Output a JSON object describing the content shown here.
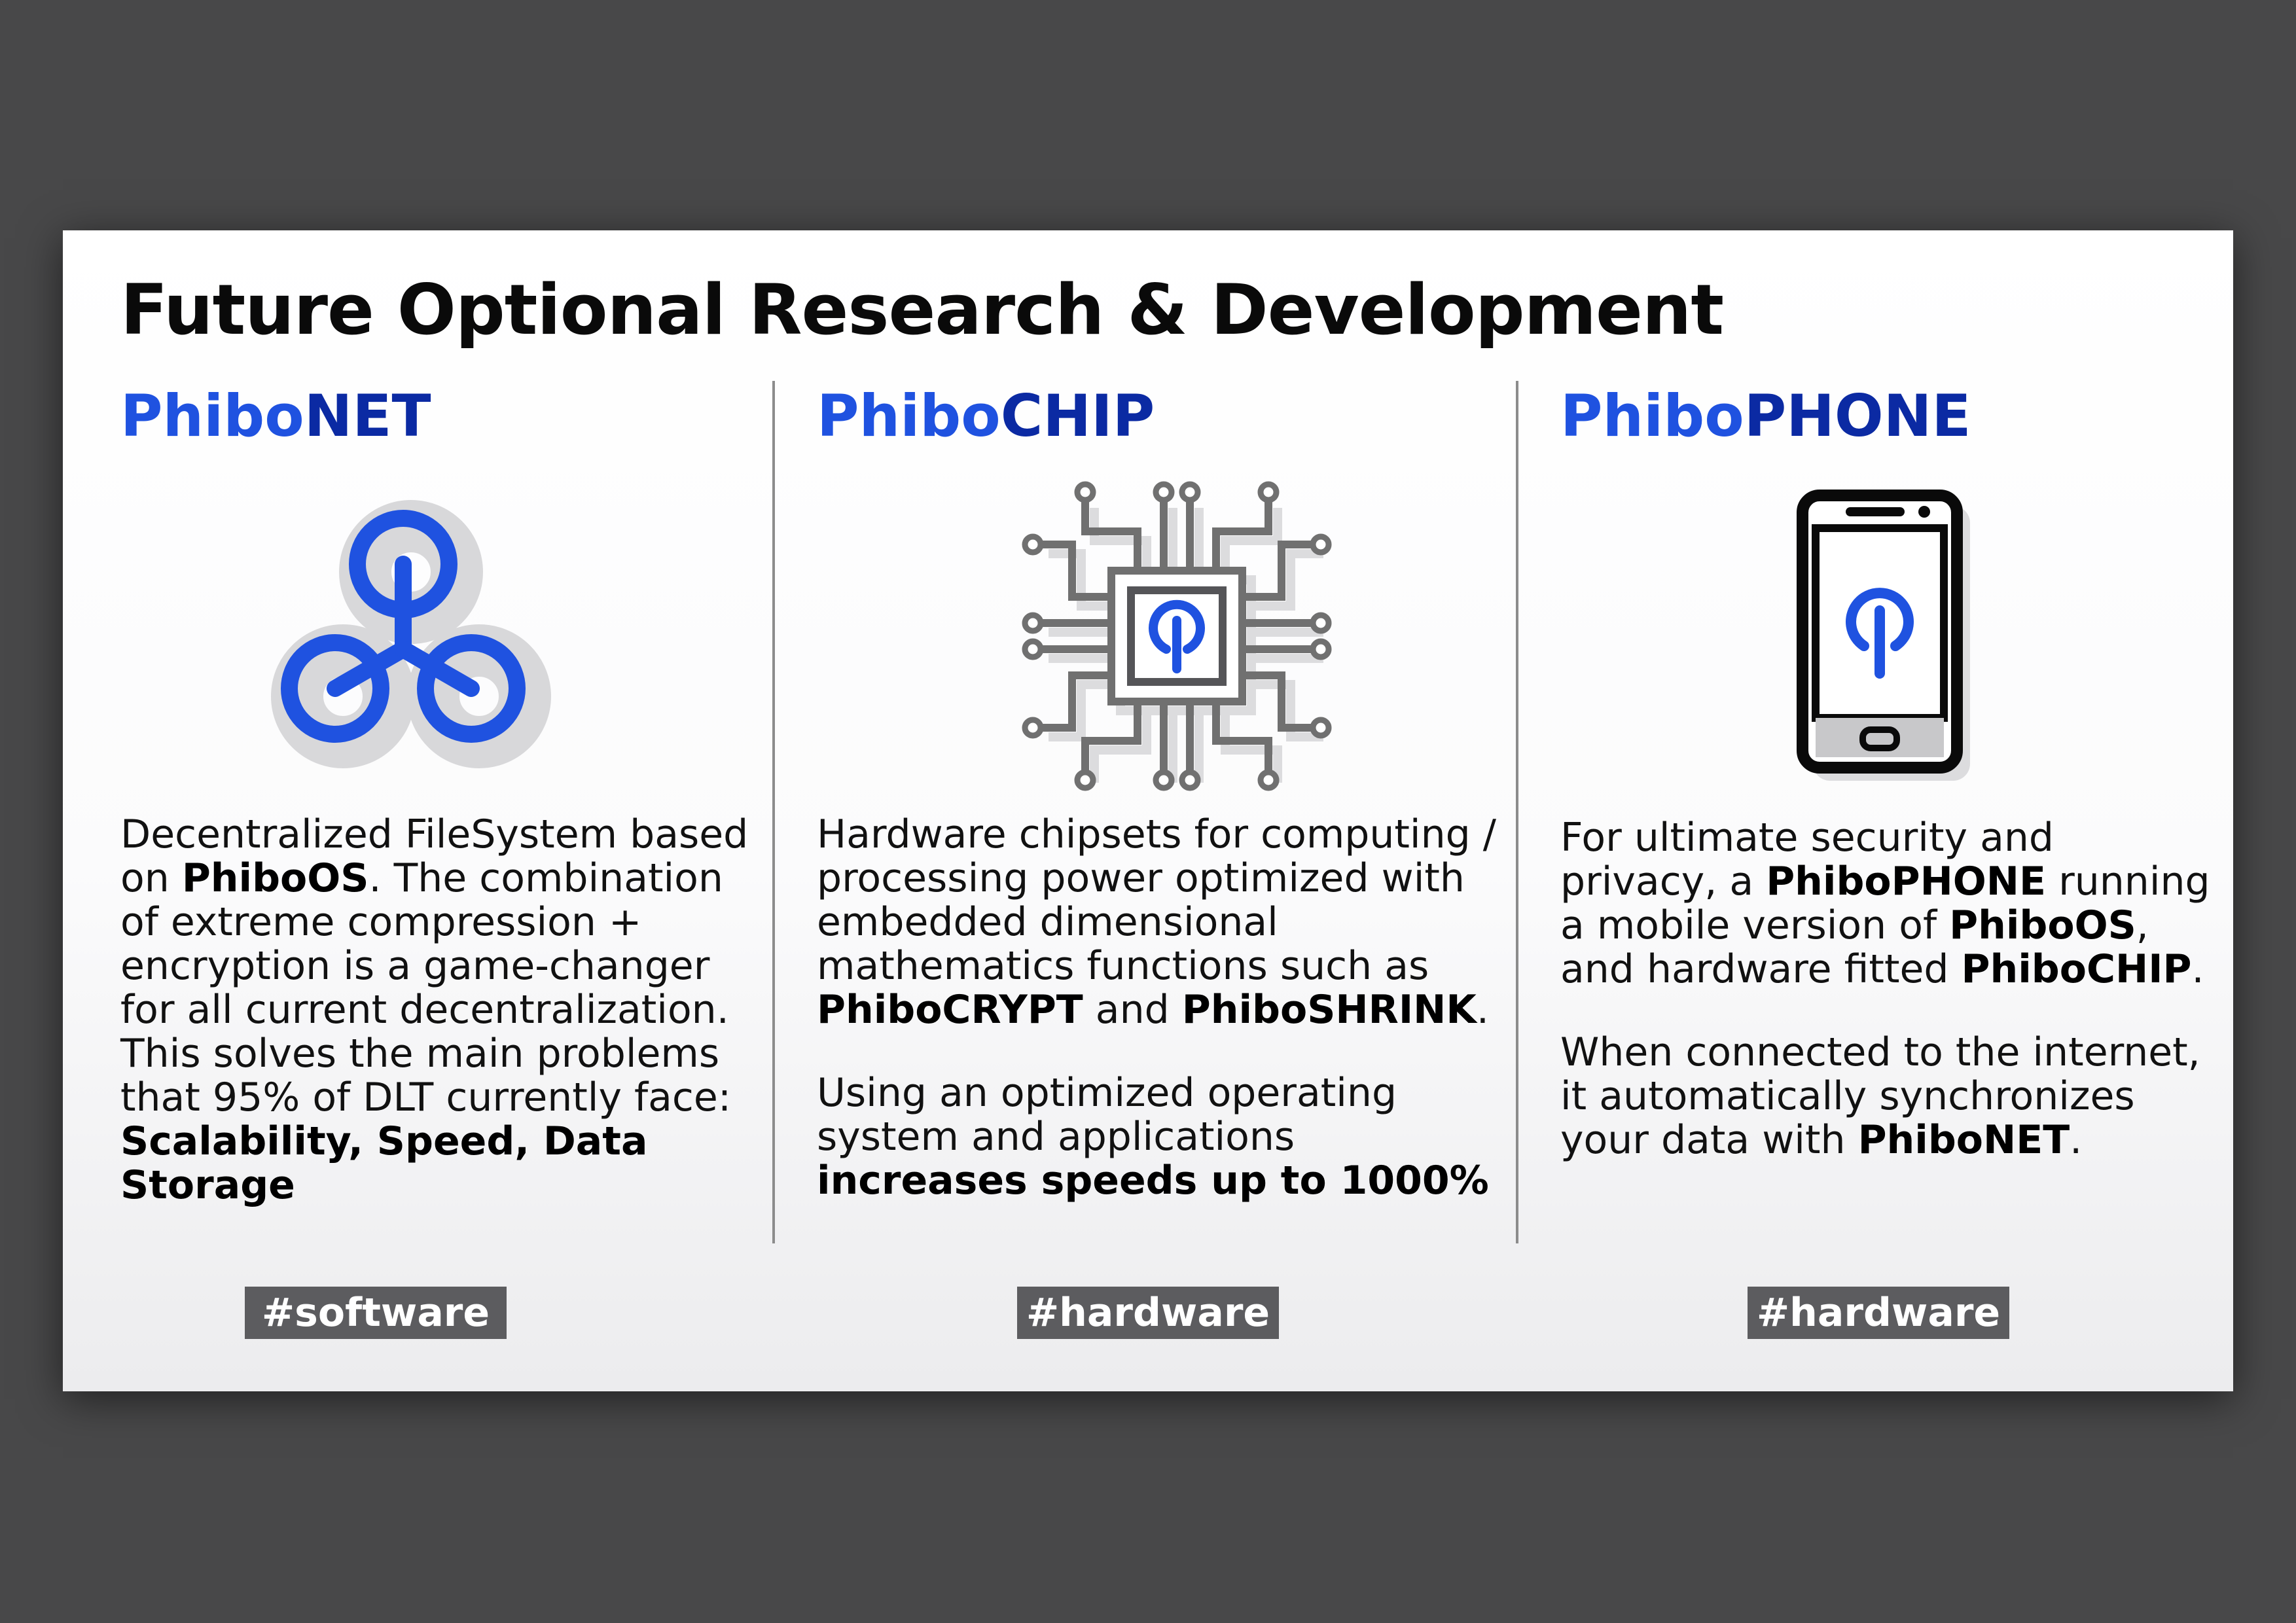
{
  "title": "Future Optional Research & Development",
  "colors": {
    "brand_blue": "#1f52e0",
    "brand_navy": "#0b2aa3",
    "tag_bg": "#5c5c5f",
    "background": "#484849"
  },
  "columns": [
    {
      "title_prefix": "Phibo",
      "title_suffix": "NET",
      "icon": "triskelion-network-icon",
      "text": {
        "s1": "Decentralized FileSystem based on ",
        "b1": "PhiboOS",
        "s2": ". The combination of extreme compression + encryption is a game-changer for all current decentralization. This solves the main problems that 95% of DLT currently face: ",
        "b2": "Scalability, Speed, Data Storage"
      },
      "tag": "#software"
    },
    {
      "title_prefix": "Phibo",
      "title_suffix": "CHIP",
      "icon": "circuit-chip-icon",
      "text": {
        "s1": "Hardware chipsets for computing / processing power optimized with embedded dimensional mathematics functions such as ",
        "b1": "PhiboCRYPT",
        "s2": " and ",
        "b2": "PhiboSHRINK",
        "s3": ".",
        "s4": "Using an optimized operating system and applications ",
        "b3": "increases speeds up to 1000%"
      },
      "tag": "#hardware"
    },
    {
      "title_prefix": "Phibo",
      "title_suffix": "PHONE",
      "icon": "smartphone-icon",
      "text": {
        "s1": "For ultimate security and privacy, a ",
        "b1": "PhiboPHONE",
        "s2": " running a mobile version of ",
        "b2": "PhiboOS",
        "s3": ", and hardware fitted ",
        "b3": "PhiboCHIP",
        "s4": ".",
        "s5": "When connected to the internet, it automatically synchronizes your data with ",
        "b4": "PhiboNET",
        "s6": "."
      },
      "tag": "#hardware"
    }
  ]
}
